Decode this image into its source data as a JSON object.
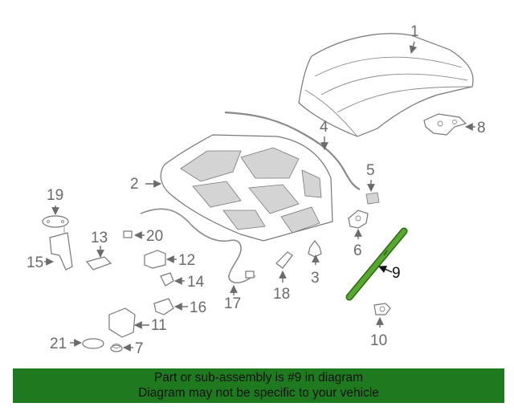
{
  "diagram": {
    "highlight_color": "#3f8f1f",
    "callouts": [
      {
        "id": "1",
        "label": "1"
      },
      {
        "id": "2",
        "label": "2"
      },
      {
        "id": "3",
        "label": "3"
      },
      {
        "id": "4",
        "label": "4"
      },
      {
        "id": "5",
        "label": "5"
      },
      {
        "id": "6",
        "label": "6"
      },
      {
        "id": "7",
        "label": "7"
      },
      {
        "id": "8",
        "label": "8"
      },
      {
        "id": "9",
        "label": "9"
      },
      {
        "id": "10",
        "label": "10"
      },
      {
        "id": "11",
        "label": "11"
      },
      {
        "id": "12",
        "label": "12"
      },
      {
        "id": "13",
        "label": "13"
      },
      {
        "id": "14",
        "label": "14"
      },
      {
        "id": "15",
        "label": "15"
      },
      {
        "id": "16",
        "label": "16"
      },
      {
        "id": "17",
        "label": "17"
      },
      {
        "id": "18",
        "label": "18"
      },
      {
        "id": "19",
        "label": "19"
      },
      {
        "id": "20",
        "label": "20"
      },
      {
        "id": "21",
        "label": "21"
      }
    ]
  },
  "banner": {
    "line1": "Part or sub-assembly is #9 in diagram",
    "line2": "Diagram may not be specific to your vehicle",
    "background": "#1f7a1f"
  }
}
